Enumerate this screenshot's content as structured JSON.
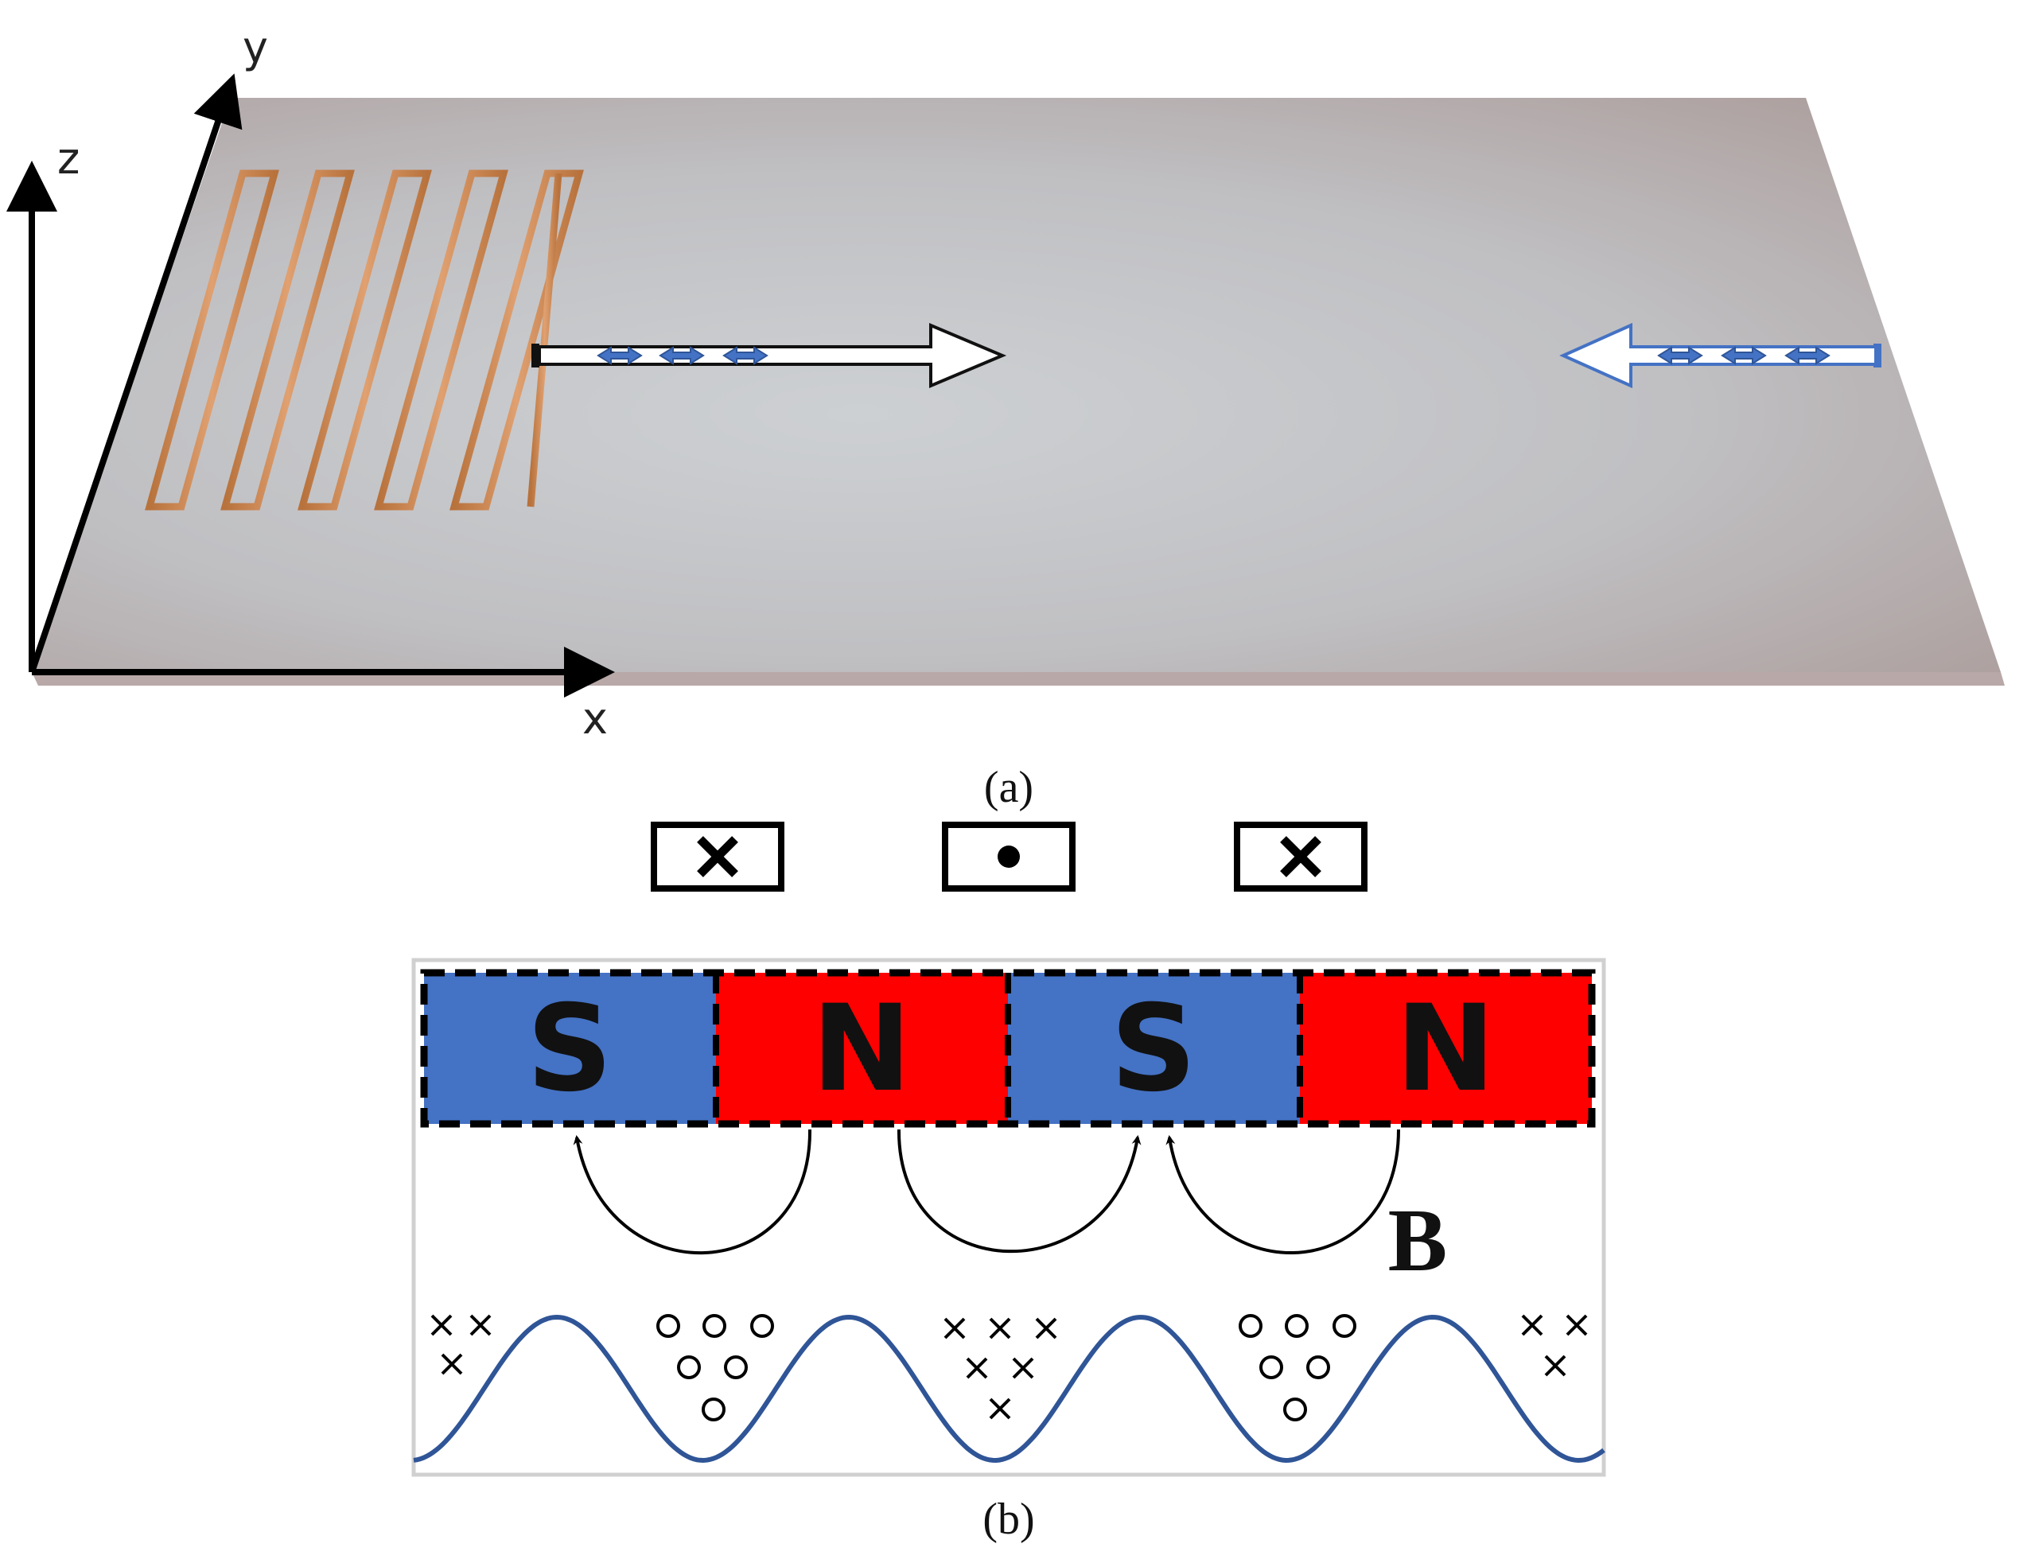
{
  "figure_a": {
    "axes": {
      "x": "x",
      "y": "y",
      "z": "z"
    },
    "caption": "(a)",
    "wave_arrows": [
      {
        "direction": "right"
      },
      {
        "direction": "left"
      }
    ]
  },
  "figure_b": {
    "coil_symbols": [
      {
        "symbol": "cross"
      },
      {
        "symbol": "dot"
      },
      {
        "symbol": "cross"
      }
    ],
    "magnets": [
      {
        "label": "S",
        "color": "#4472C4"
      },
      {
        "label": "N",
        "color": "#FF0000"
      },
      {
        "label": "S",
        "color": "#4472C4"
      },
      {
        "label": "N",
        "color": "#FF0000"
      }
    ],
    "field_label": "B",
    "current_groups": [
      {
        "symbol": "cross"
      },
      {
        "symbol": "circle"
      },
      {
        "symbol": "cross"
      },
      {
        "symbol": "circle"
      },
      {
        "symbol": "cross"
      }
    ],
    "caption": "(b)"
  },
  "colors": {
    "plate_top": "#B0A3A3",
    "plate_center": "#C6C8CA",
    "coil": "#C8844E",
    "wave_line": "#2F5597",
    "arrow_blue": "#4472C4"
  }
}
